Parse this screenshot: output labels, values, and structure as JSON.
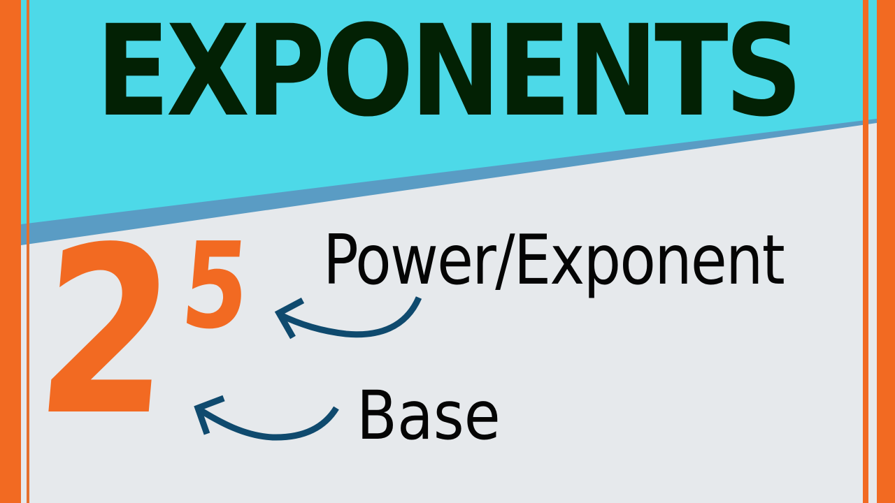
{
  "title": "EXPONENTS",
  "expression": {
    "base": "2",
    "exponent": "5"
  },
  "labels": {
    "exponent_label": "Power/Exponent",
    "base_label": "Base"
  },
  "colors": {
    "header_cyan": "#4dd9e8",
    "band_blue": "#5a9cc4",
    "background": "#e6e9ec",
    "accent_orange": "#f26a22",
    "title_text": "#032104",
    "arrow": "#0f4a6e",
    "label_text": "#050505"
  }
}
